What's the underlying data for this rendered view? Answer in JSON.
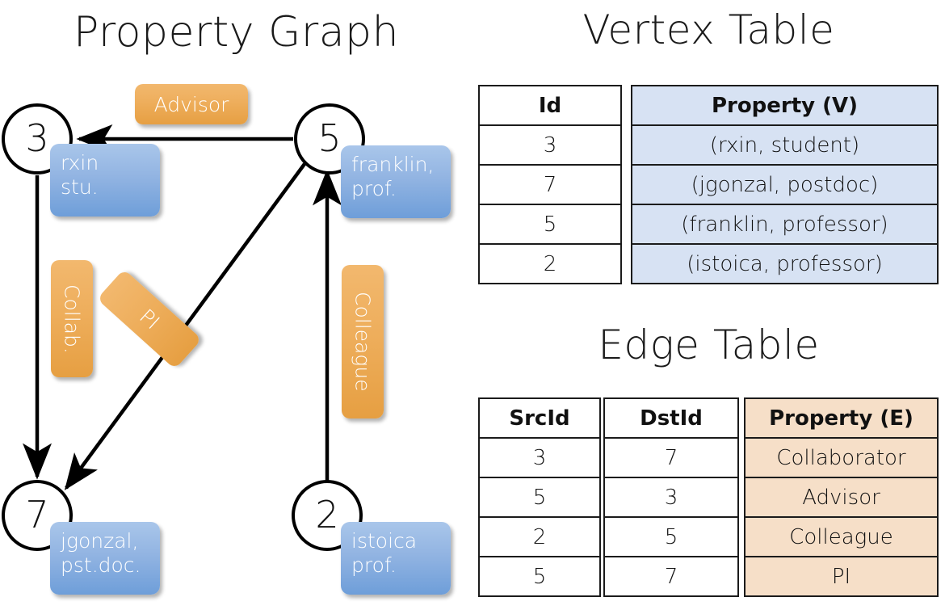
{
  "titles": {
    "property_graph": "Property Graph",
    "vertex_table": "Vertex Table",
    "edge_table": "Edge Table"
  },
  "colors": {
    "vertex_property_fill": "#d7e2f3",
    "edge_property_fill": "#f6dfc8",
    "vertex_box_blue": "#92b4e2",
    "edge_label_orange": "#eeae5c",
    "stroke": "#000000"
  },
  "graph": {
    "nodes": [
      {
        "id": "3",
        "property_line1": "rxin",
        "property_line2": "stu."
      },
      {
        "id": "5",
        "property_line1": "franklin,",
        "property_line2": "prof."
      },
      {
        "id": "7",
        "property_line1": "jgonzal,",
        "property_line2": "pst.doc."
      },
      {
        "id": "2",
        "property_line1": "istoica",
        "property_line2": "prof."
      }
    ],
    "edge_labels": [
      {
        "text": "Advisor",
        "orientation": "horizontal"
      },
      {
        "text": "Collab.",
        "orientation": "vertical"
      },
      {
        "text": "PI",
        "orientation": "diagonal"
      },
      {
        "text": "Colleague",
        "orientation": "vertical"
      }
    ],
    "edges": [
      {
        "src": "5",
        "dst": "3",
        "label": "Advisor"
      },
      {
        "src": "3",
        "dst": "7",
        "label": "Collab."
      },
      {
        "src": "5",
        "dst": "7",
        "label": "PI"
      },
      {
        "src": "2",
        "dst": "5",
        "label": "Colleague"
      }
    ]
  },
  "vertex_table": {
    "headers": [
      "Id",
      "Property (V)"
    ],
    "rows": [
      {
        "id": "3",
        "property": "(rxin, student)"
      },
      {
        "id": "7",
        "property": "(jgonzal, postdoc)"
      },
      {
        "id": "5",
        "property": "(franklin, professor)"
      },
      {
        "id": "2",
        "property": "(istoica, professor)"
      }
    ]
  },
  "edge_table": {
    "headers": [
      "SrcId",
      "DstId",
      "Property (E)"
    ],
    "rows": [
      {
        "src": "3",
        "dst": "7",
        "property": "Collaborator"
      },
      {
        "src": "5",
        "dst": "3",
        "property": "Advisor"
      },
      {
        "src": "2",
        "dst": "5",
        "property": "Colleague"
      },
      {
        "src": "5",
        "dst": "7",
        "property": "PI"
      }
    ]
  }
}
